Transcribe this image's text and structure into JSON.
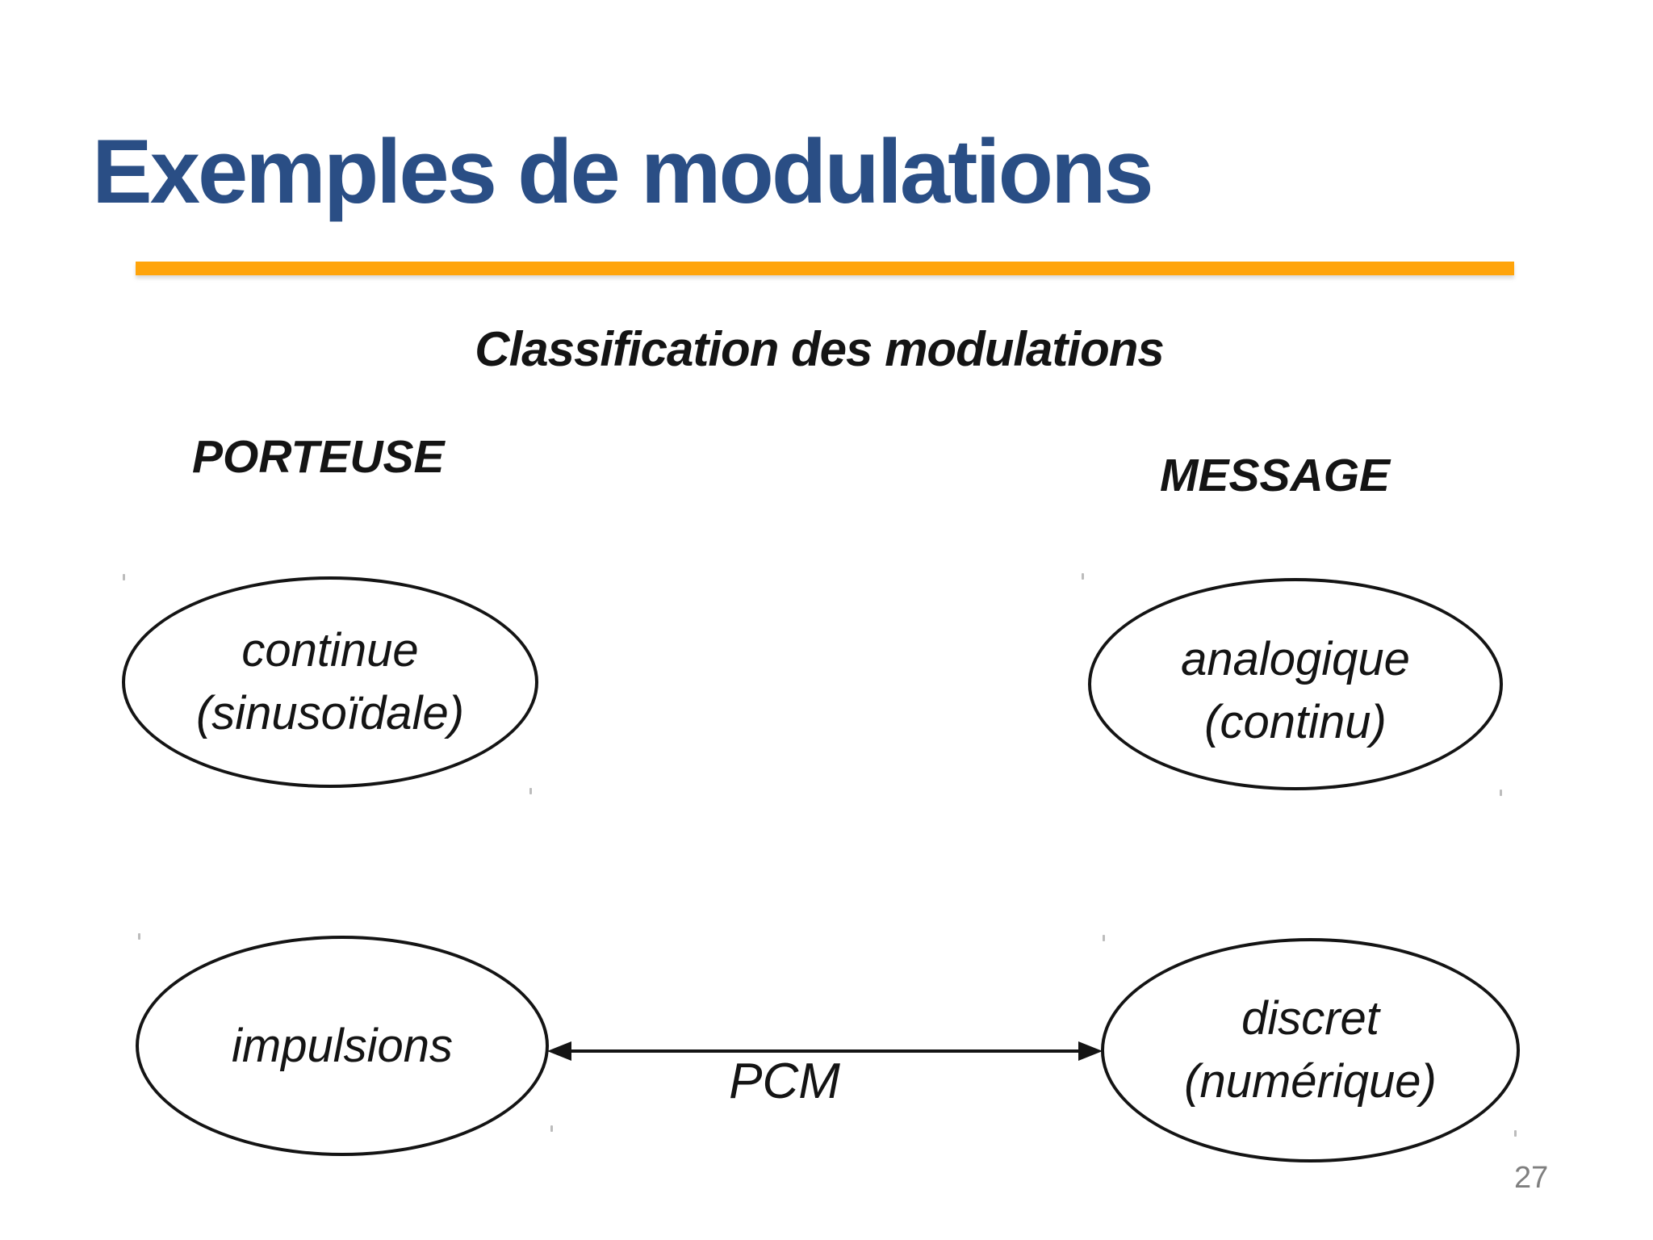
{
  "slide": {
    "title": "Exemples de modulations",
    "page_number": "27"
  },
  "diagram": {
    "title": "Classification des modulations",
    "left_header": "PORTEUSE",
    "right_header": "MESSAGE",
    "nodes": {
      "continue": {
        "line1": "continue",
        "line2": "(sinusoïdale)"
      },
      "analogique": {
        "line1": "analogique",
        "line2": "(continu)"
      },
      "impulsions": {
        "line1": "impulsions"
      },
      "discret": {
        "line1": "discret",
        "line2": "(numérique)"
      }
    },
    "connector_label": "PCM"
  },
  "colors": {
    "title_blue": "#2A4E85",
    "accent_orange": "#FFA40B",
    "diagram_ink": "#141414",
    "page_number_gray": "#7F7F7F"
  }
}
